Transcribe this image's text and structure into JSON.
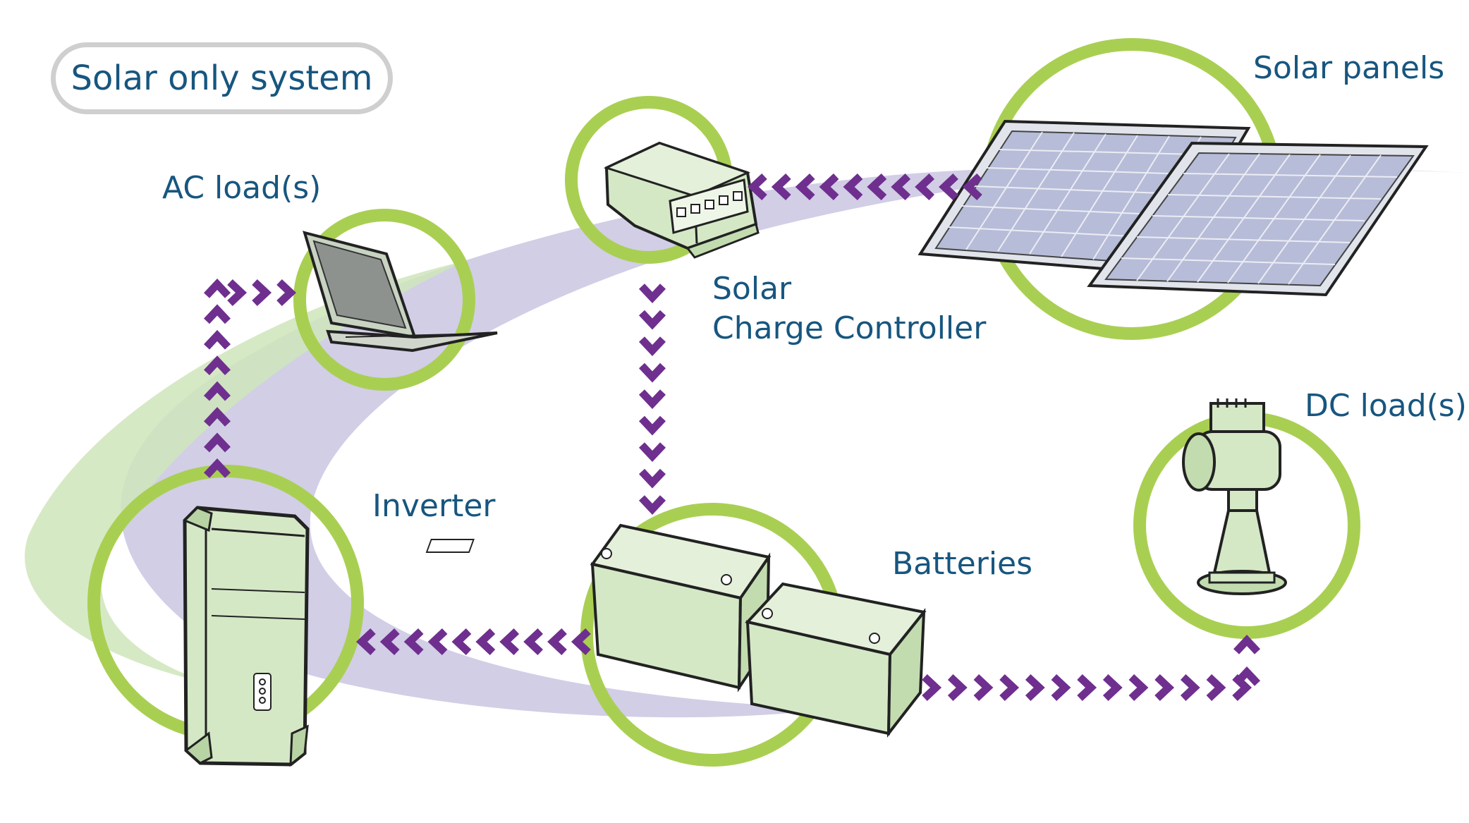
{
  "title": "Solar only system",
  "labels": {
    "solar_panels": "Solar panels",
    "ac_loads": "AC load(s)",
    "charge_controller": "Solar\nCharge Controller",
    "dc_loads": "DC load(s)",
    "inverter": "Inverter",
    "batteries": "Batteries"
  },
  "colors": {
    "ring": "#a9cf52",
    "arrow": "#6f2f8f",
    "label": "#17567f",
    "device_fill": "#d4e8c6",
    "band_purple": "#c9c6e2",
    "band_green": "#cfe5bb",
    "pill_border": "#cfcfcf"
  },
  "flows": [
    {
      "from": "Solar panels",
      "to": "Solar Charge Controller"
    },
    {
      "from": "Solar Charge Controller",
      "to": "Batteries"
    },
    {
      "from": "Batteries",
      "to": "Inverter"
    },
    {
      "from": "Inverter",
      "to": "AC load(s)"
    },
    {
      "from": "Batteries",
      "to": "DC load(s)"
    }
  ]
}
